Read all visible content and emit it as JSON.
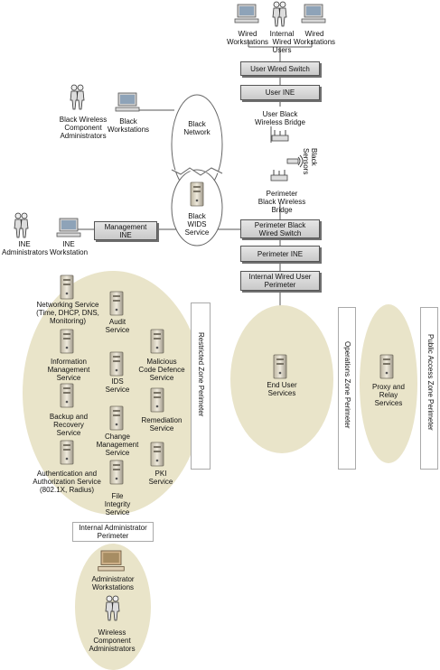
{
  "nodes": {
    "wired_ws_left": "Wired\nWorkstations",
    "internal_wired_users": "Internal\nWired\nUsers",
    "wired_ws_right": "Wired\nWorkstations",
    "user_wired_switch": "User Wired Switch",
    "user_ine": "User INE",
    "user_black_bridge": "User Black\nWireless Bridge",
    "black_sensors": "Black\nSensors",
    "black_wireless_admins": "Black Wireless\nComponent\nAdministrators",
    "black_workstations": "Black\nWorkstations",
    "black_network": "Black\nNetwork",
    "black_wids": "Black\nWIDS\nService",
    "perimeter_bridge": "Perimeter\nBlack Wireless\nBridge",
    "perimeter_black_switch": "Perimeter Black\nWired Switch",
    "perimeter_ine": "Perimeter INE",
    "internal_wired_user_perimeter": "Internal Wired User\nPerimeter",
    "management_ine": "Management\nINE",
    "ine_admins": "INE\nAdministrators",
    "ine_workstation": "INE\nWorkstation",
    "networking_service": "Networking Service\n(Time, DHCP, DNS,\nMonitoring)",
    "audit_service": "Audit\nService",
    "info_mgmt_service": "Information\nManagement\nService",
    "malicious_code_service": "Malicious\nCode Defence\nService",
    "ids_service": "IDS\nService",
    "backup_service": "Backup and\nRecovery\nService",
    "remediation_service": "Remediation\nService",
    "change_mgmt_service": "Change\nManagement\nService",
    "auth_service": "Authentication and\nAuthorization Service\n(802.1X, Radius)",
    "pki_service": "PKI\nService",
    "file_integrity_service": "File\nIntegrity\nService",
    "restricted_zone": "Restricted Zone Perimeter",
    "end_user_services": "End User\nServices",
    "operations_zone": "Operations Zone Perimeter",
    "proxy_relay": "Proxy and\nRelay\nServices",
    "public_access_zone": "Public Access Zone Perimeter",
    "internal_admin_perimeter": "Internal Administrator\nPerimeter",
    "admin_workstations": "Administrator\nWorkstations",
    "wireless_component_admins": "Wireless\nComponent\nAdministrators"
  },
  "colors": {
    "zone_fill": "#e9e4c9",
    "box_fill": "#d9d9d9",
    "line": "#555555"
  },
  "icons": [
    "workstation-icon",
    "server-icon",
    "users-icon",
    "wireless-bridge-icon",
    "sensor-icon"
  ]
}
